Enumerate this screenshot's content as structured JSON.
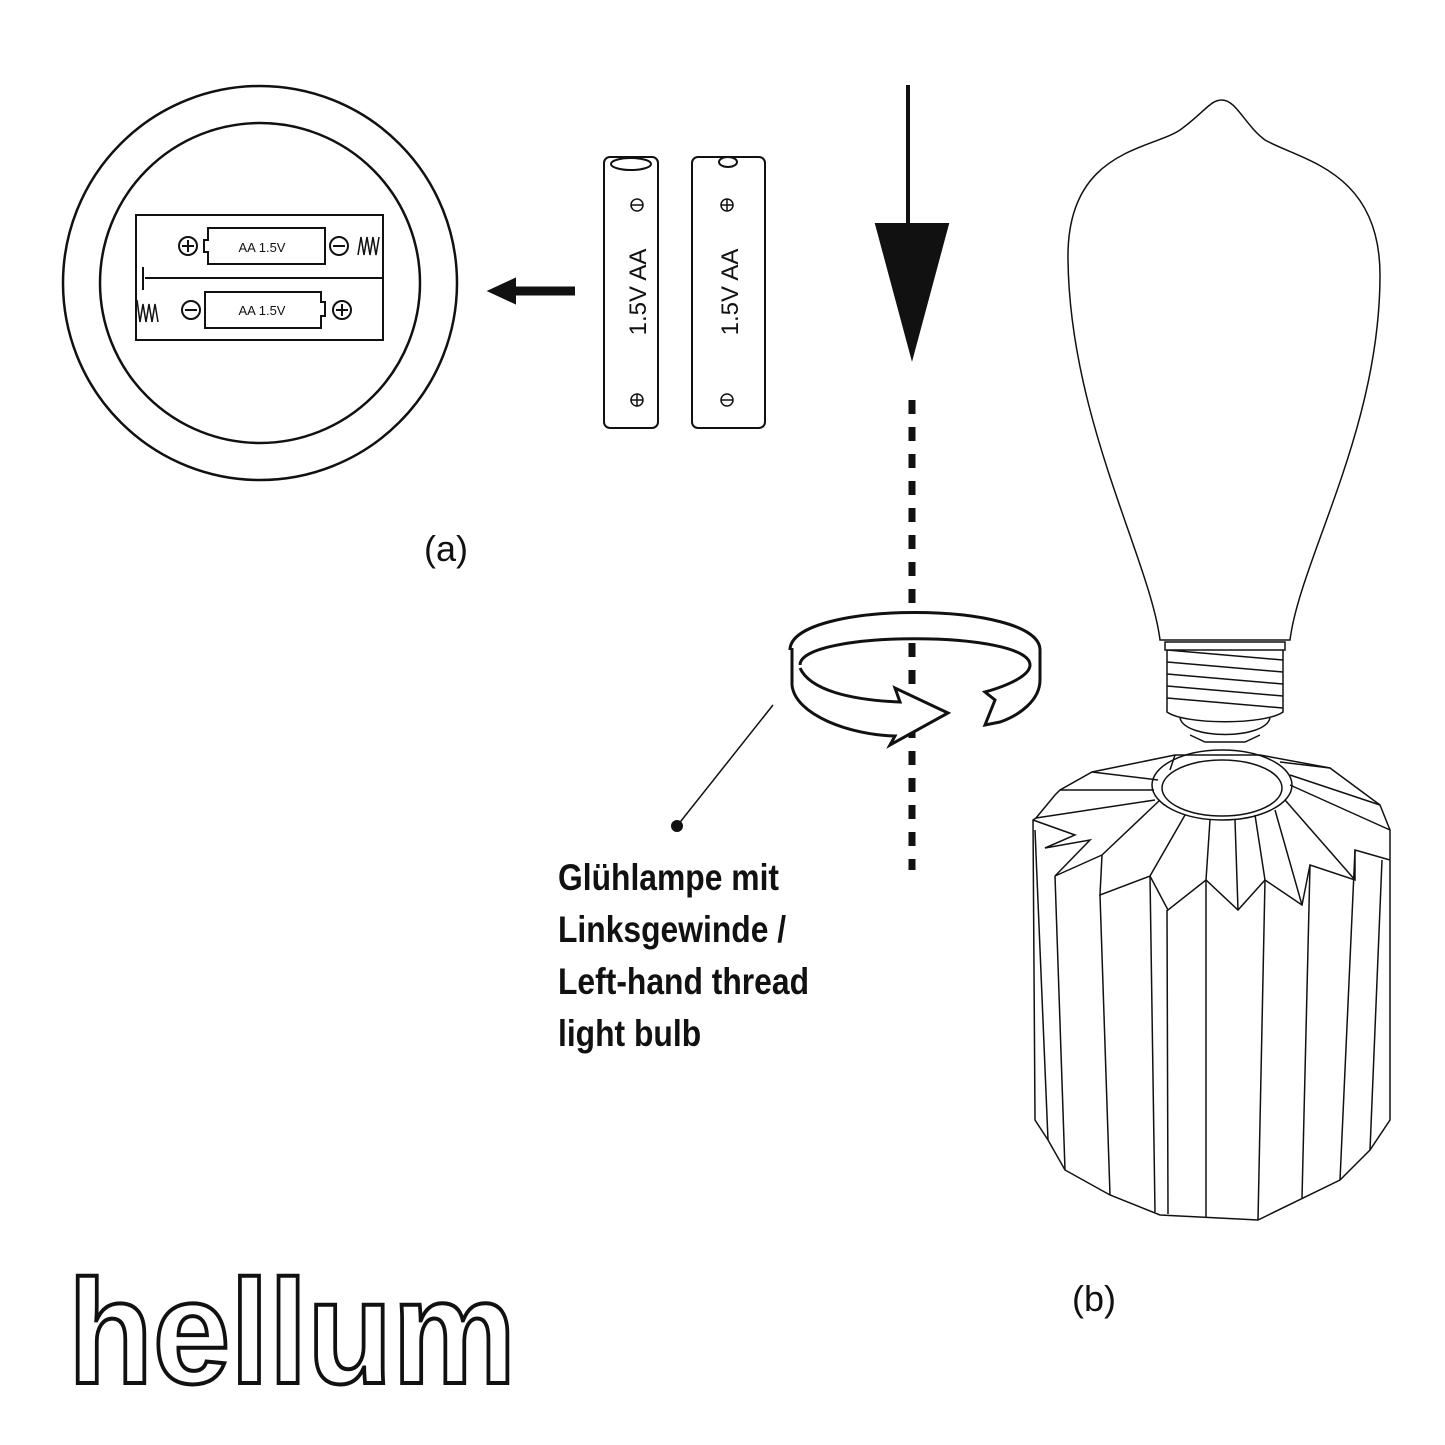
{
  "battery_compartment": {
    "slot_labels": [
      "AA 1.5V",
      "AA 1.5V"
    ]
  },
  "batteries": [
    {
      "label": "1.5V AA"
    },
    {
      "label": "1.5V AA"
    }
  ],
  "figure_labels": {
    "a": "(a)",
    "b": "(b)"
  },
  "caption": {
    "lines": [
      "Glühlampe mit",
      "Linksgewinde /",
      "Left-hand thread",
      "light bulb"
    ]
  },
  "logo": {
    "text": "hellum"
  },
  "colors": {
    "line": "#111111",
    "background": "#ffffff"
  }
}
